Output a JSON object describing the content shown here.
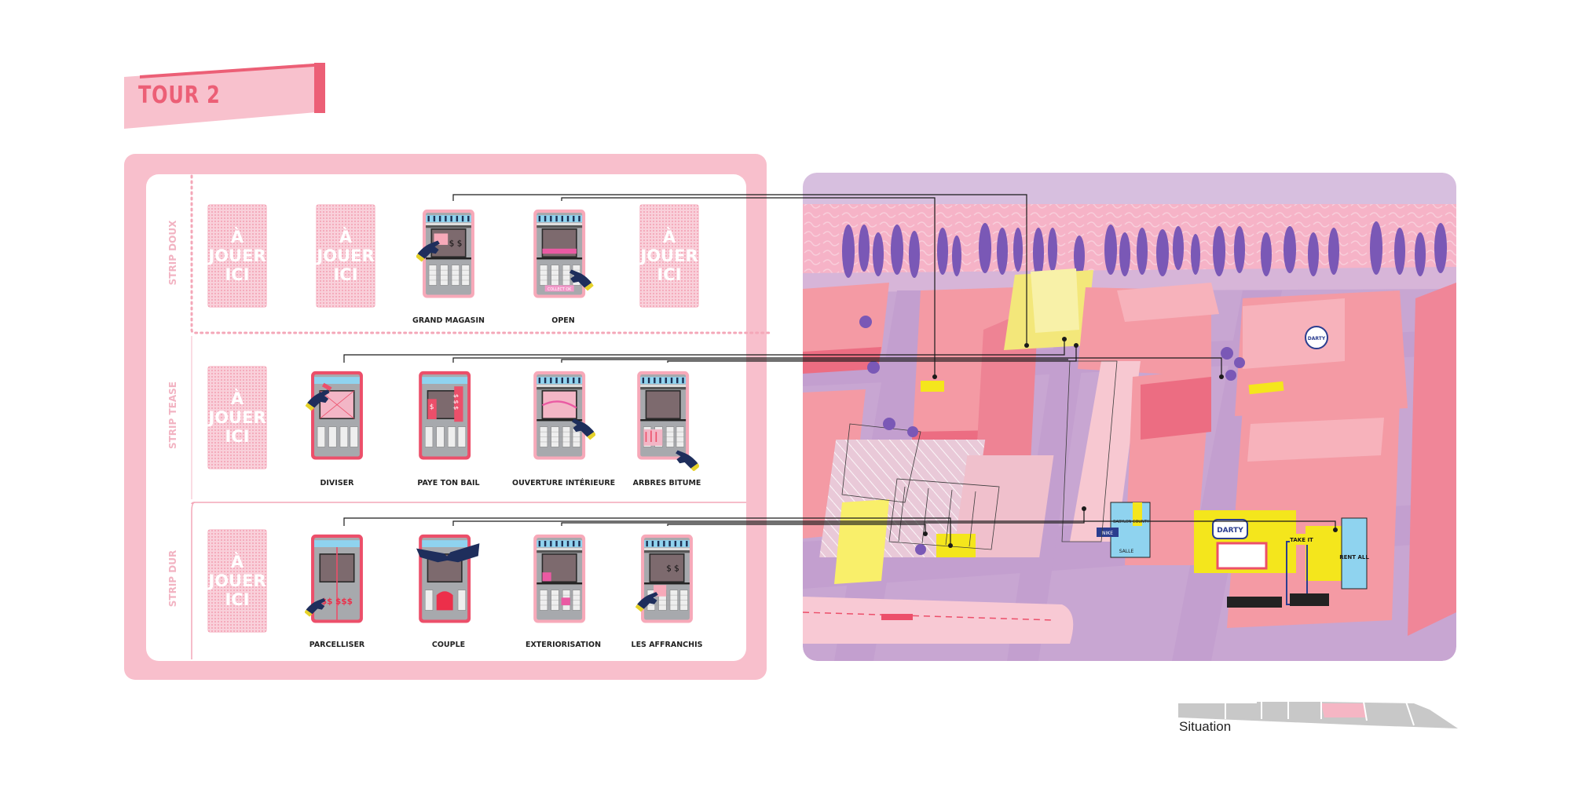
{
  "title": "TOUR 2",
  "rows": [
    {
      "label": "STRIP DOUX",
      "slots": [
        {
          "type": "placeholder",
          "text": "À\nJOUER\nICI"
        },
        {
          "type": "placeholder",
          "text": "À\nJOUER\nICI"
        },
        {
          "type": "card",
          "label": "GRAND MAGASIN",
          "money": "$ $",
          "icon": "hand-pointing-icon"
        },
        {
          "type": "card",
          "label": "OPEN",
          "sign": "COLLECT OK",
          "icon": "hand-holding-sign-icon"
        },
        {
          "type": "placeholder",
          "text": "À\nJOUER\nICI"
        }
      ]
    },
    {
      "label": "STRIP TEASE",
      "slots": [
        {
          "type": "placeholder",
          "text": "À\nJOUER\nICI"
        },
        {
          "type": "card",
          "label": "DIVISER",
          "icon": "hammer-icon"
        },
        {
          "type": "card",
          "label": "PAYE TON BAIL",
          "money": "$",
          "money2": "$ $ $",
          "icon": "dollar-banner-icon"
        },
        {
          "type": "card",
          "label": "OUVERTURE INTÉRIEURE",
          "icon": "hand-pointing-icon"
        },
        {
          "type": "card",
          "label": "ARBRES BITUME",
          "icon": "hand-planting-icon"
        }
      ]
    },
    {
      "label": "STRIP DUR",
      "slots": [
        {
          "type": "placeholder",
          "text": "À\nJOUER\nICI"
        },
        {
          "type": "card",
          "label": "PARCELLISER",
          "money": "$$ $$$",
          "icon": "scissors-icon"
        },
        {
          "type": "card",
          "label": "COUPLE",
          "icon": "handshake-icon"
        },
        {
          "type": "card",
          "label": "EXTERIORISATION",
          "icon": "hand-painting-icon"
        },
        {
          "type": "card",
          "label": "LES AFFRANCHIS",
          "money": "$ $",
          "icon": "hand-pointing-icon"
        }
      ]
    }
  ],
  "map": {
    "signs": [
      "DARTY",
      "DARTY",
      "TAKE IT",
      "RENT ALL",
      "BABYLON COUNTY",
      "SALLE",
      "NIKE"
    ]
  },
  "situation": {
    "label": "Situation"
  },
  "colors": {
    "pink_light": "#f8bfcc",
    "pink_title": "#ec5f76",
    "building": "#f49aa4",
    "street": "#c0a0ce",
    "accent_yellow": "#f4e61c",
    "navy_hand": "#1e2e5c",
    "tree": "#7a58b6"
  }
}
